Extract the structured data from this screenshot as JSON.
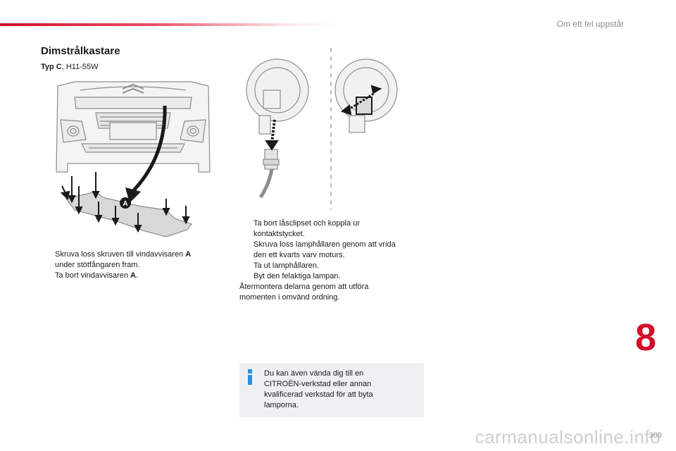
{
  "header": {
    "chapter_title": "Om ett fel uppstår"
  },
  "section": {
    "title": "Dimstrålkastare",
    "subtitle_bold": "Typ C",
    "subtitle_rest": ", H11-55W"
  },
  "figure_left": {
    "label": "A"
  },
  "left_steps": {
    "marker": "",
    "s1_text": "Skruva loss skruven till vindavvisaren ",
    "s1_bold": "A",
    "s1_cont": "under stötfångaren fram.",
    "s2_text": "Ta bort vindavvisaren ",
    "s2_bold": "A",
    "s2_end": "."
  },
  "right_steps": {
    "marker": "",
    "s1_a": "Ta bort låsclipset och koppla ur",
    "s1_b": "kontaktstycket.",
    "s2_a": "Skruva loss lamphållaren genom att vrida",
    "s2_b": "den ett kvarts varv moturs.",
    "s3": "Ta ut lamphållaren.",
    "s4": "Byt den felaktiga lampan.",
    "p1": "Återmontera delarna genom att utföra",
    "p2": "momenten i omvänd ordning."
  },
  "info": {
    "l1": "Du kan även vända dig till en",
    "l2": "CITROËN-verkstad eller annan",
    "l3": "kvalificerad verkstad för att byta",
    "l4": "lamporna."
  },
  "tab_number": "8",
  "page_number": "309",
  "watermark": "carmanualsonline.info",
  "colors": {
    "accent_red": "#d0102a",
    "info_blue": "#2e8fd6",
    "info_bg": "#eef0f2"
  }
}
